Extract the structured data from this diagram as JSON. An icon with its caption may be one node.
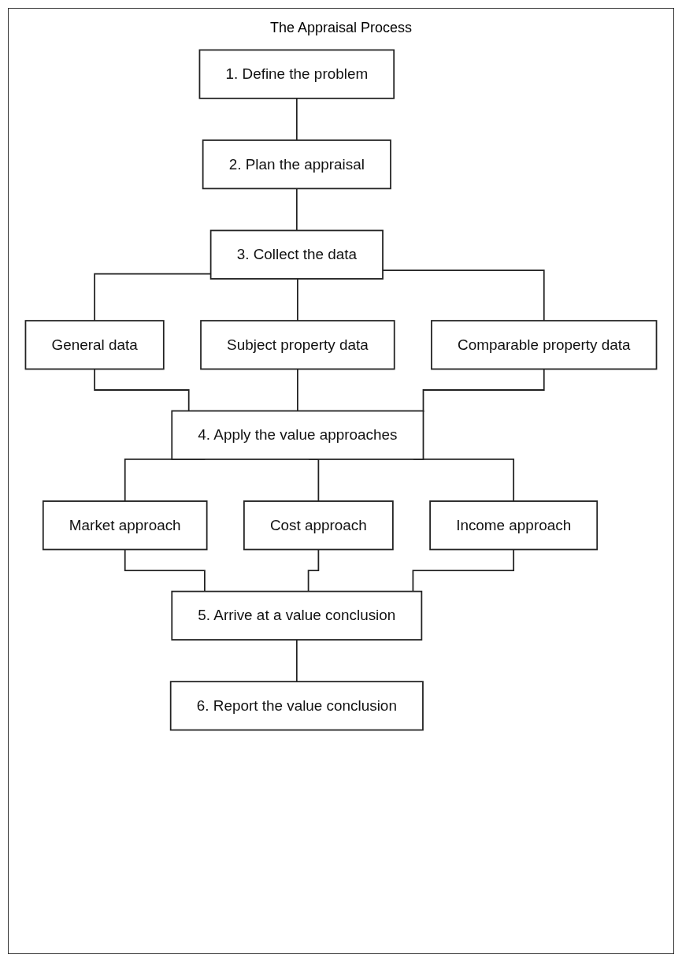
{
  "diagram": {
    "title": "The Appraisal Process",
    "nodes": [
      {
        "text": [
          "1. Define the problem"
        ]
      },
      {
        "text": [
          "2. Plan the appraisal"
        ]
      },
      {
        "text": [
          "3. Collect the data"
        ]
      },
      {
        "text": [
          "General data"
        ]
      },
      {
        "text": [
          "Subject property data"
        ]
      },
      {
        "text": [
          "Comparable property data"
        ]
      },
      {
        "text": [
          "4. Apply the value approaches"
        ]
      },
      {
        "text": [
          "Market approach"
        ]
      },
      {
        "text": [
          "Cost approach"
        ]
      },
      {
        "text": [
          "Income approach"
        ]
      },
      {
        "text": [
          "5. Arrive at a value conclusion"
        ]
      },
      {
        "text": [
          "6. Report the value conclusion"
        ]
      }
    ],
    "edges": [
      {
        "from": 0,
        "to": 1,
        "arrow": "none"
      },
      {
        "from": 1,
        "to": 2,
        "arrow": "none"
      },
      {
        "from": 2,
        "to": 3,
        "arrow": "none"
      },
      {
        "from": 2,
        "to": 4,
        "arrow": "none"
      },
      {
        "from": 2,
        "to": 5,
        "arrow": "none"
      },
      {
        "from": 3,
        "to": 6,
        "arrow": "none"
      },
      {
        "from": 4,
        "to": 6,
        "arrow": "none"
      },
      {
        "from": 5,
        "to": 6,
        "arrow": "none"
      },
      {
        "from": 6,
        "to": 7,
        "arrow": "none"
      },
      {
        "from": 6,
        "to": 8,
        "arrow": "none"
      },
      {
        "from": 6,
        "to": 9,
        "arrow": "none"
      },
      {
        "from": 7,
        "to": 10,
        "arrow": "none"
      },
      {
        "from": 8,
        "to": 10,
        "arrow": "none"
      },
      {
        "from": 9,
        "to": 10,
        "arrow": "none"
      },
      {
        "from": 10,
        "to": 11,
        "arrow": "none"
      }
    ]
  }
}
